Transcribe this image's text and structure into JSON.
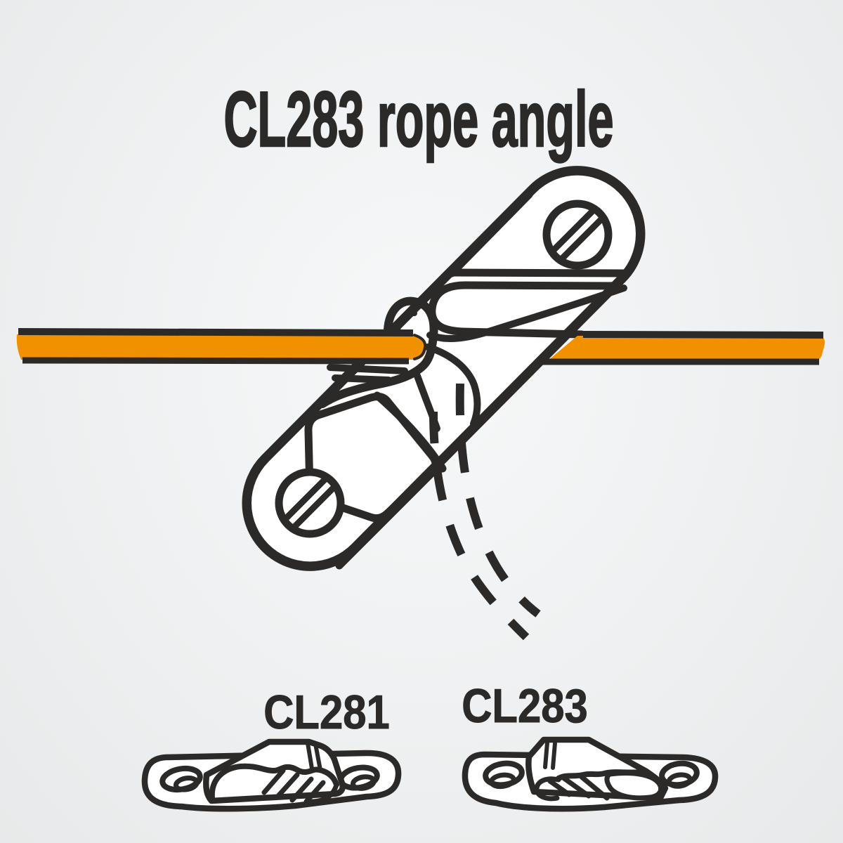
{
  "title": "CL283 rope angle",
  "products": [
    {
      "label": "CL281"
    },
    {
      "label": "CL283"
    }
  ],
  "colors": {
    "ink": "#2b2a29",
    "rope": "#f29100",
    "screw": "#d6d8da",
    "body": "#ffffff",
    "bg_center": "#f7f8f9",
    "bg_mid": "#eef0f1",
    "bg_edge": "#e7e9ea"
  }
}
